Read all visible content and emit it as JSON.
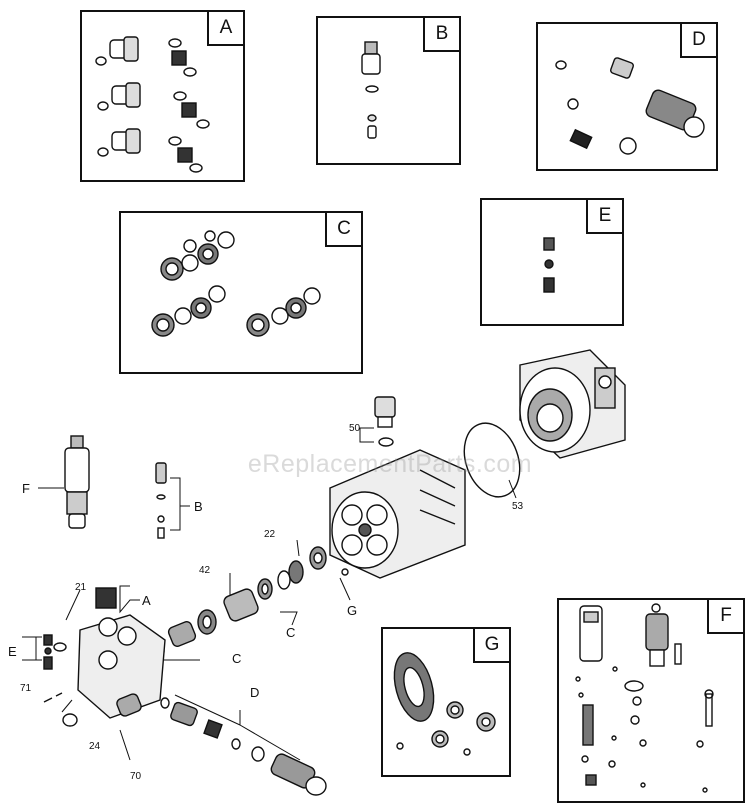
{
  "watermark": "eReplacementParts.com",
  "kits": {
    "A": "A",
    "B": "B",
    "C": "C",
    "D": "D",
    "E": "E",
    "F": "F",
    "G": "G"
  },
  "callouts": {
    "n50": "50",
    "n53": "53",
    "n22": "22",
    "n42": "42",
    "n21": "21",
    "n71": "71",
    "n24": "24",
    "n70": "70",
    "A": "A",
    "B": "B",
    "C1": "C",
    "C2": "C",
    "D": "D",
    "E": "E",
    "F": "F",
    "G": "G"
  }
}
